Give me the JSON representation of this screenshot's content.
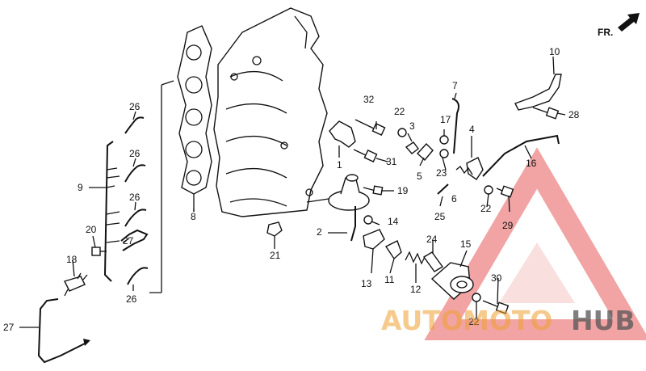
{
  "direction_label": "FR.",
  "part_labels": [
    "1",
    "2",
    "3",
    "4",
    "5",
    "6",
    "7",
    "8",
    "9",
    "10",
    "11",
    "12",
    "13",
    "14",
    "15",
    "16",
    "17",
    "18",
    "19",
    "20",
    "21",
    "22",
    "22",
    "22",
    "23",
    "24",
    "25",
    "26",
    "26",
    "26",
    "26",
    "27",
    "27",
    "28",
    "29",
    "30",
    "31",
    "32"
  ],
  "watermark": {
    "part1": "AUTO",
    "part2": "MOTO",
    "part3": "HUB",
    "color_primary": "#e85a5a",
    "color_accent": "#f0a030"
  }
}
